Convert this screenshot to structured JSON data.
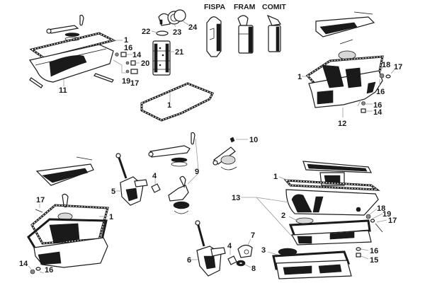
{
  "diagram": {
    "brands": [
      "FISPA",
      "FRAM",
      "COMIT"
    ],
    "labels": {
      "g1_1": "1",
      "g1_16": "16",
      "g1_14": "14",
      "g1_20": "20",
      "g1_19": "19",
      "g1_17": "17",
      "g1_11": "11",
      "f_22": "22",
      "f_23": "23",
      "f_24": "24",
      "f_21": "21",
      "gasket_1": "1",
      "g2_1": "1",
      "g2_18": "18",
      "g2_17": "17",
      "g2_16a": "16",
      "g2_16b": "16",
      "g2_14": "14",
      "g2_12": "12",
      "p_4a": "4",
      "p_5": "5",
      "p_9": "9",
      "p_10": "10",
      "g3_17": "17",
      "g3_1": "1",
      "g3_14": "14",
      "g3_16": "16",
      "p_6": "6",
      "p_4b": "4",
      "p_7": "7",
      "p_8": "8",
      "g4_1": "1",
      "g4_13": "13",
      "g4_2": "2",
      "g4_18": "18",
      "g4_19": "19",
      "g4_17": "17",
      "g4_3": "3",
      "g4_16": "16",
      "g4_15": "15"
    }
  }
}
